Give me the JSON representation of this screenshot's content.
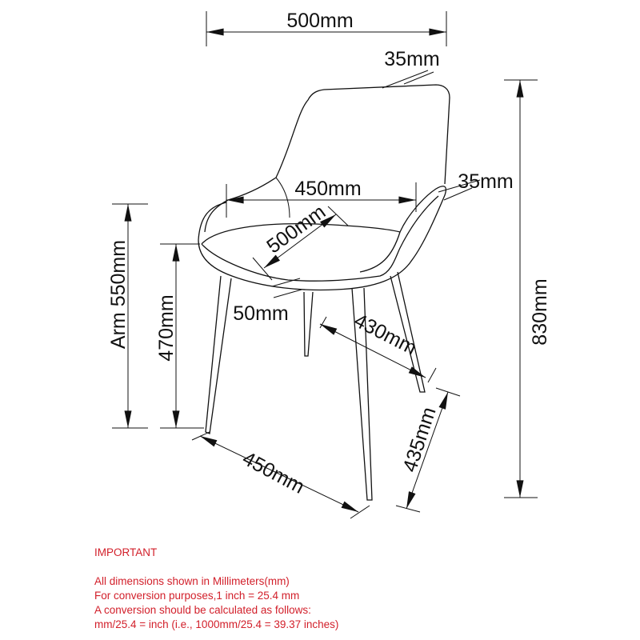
{
  "diagram": {
    "dimensions": {
      "overall_width": "500mm",
      "back_thickness": "35mm",
      "seat_width": "450mm",
      "arm_thickness": "35mm",
      "seat_depth": "500mm",
      "seat_thickness": "50mm",
      "leg_spread_side": "430mm",
      "overall_height": "830mm",
      "arm_height": "Arm 550mm",
      "seat_height": "470mm",
      "base_depth": "435mm",
      "base_width": "450mm"
    }
  },
  "notes": {
    "title": "IMPORTANT",
    "lines": [
      "All dimensions shown in Millimeters(mm)",
      "For conversion purposes,1 inch = 25.4 mm",
      "A conversion should be calculated as follows:",
      "mm/25.4 = inch (i.e., 1000mm/25.4 = 39.37 inches)"
    ]
  },
  "colors": {
    "line": "#111111",
    "notes": "#d21f2a"
  }
}
